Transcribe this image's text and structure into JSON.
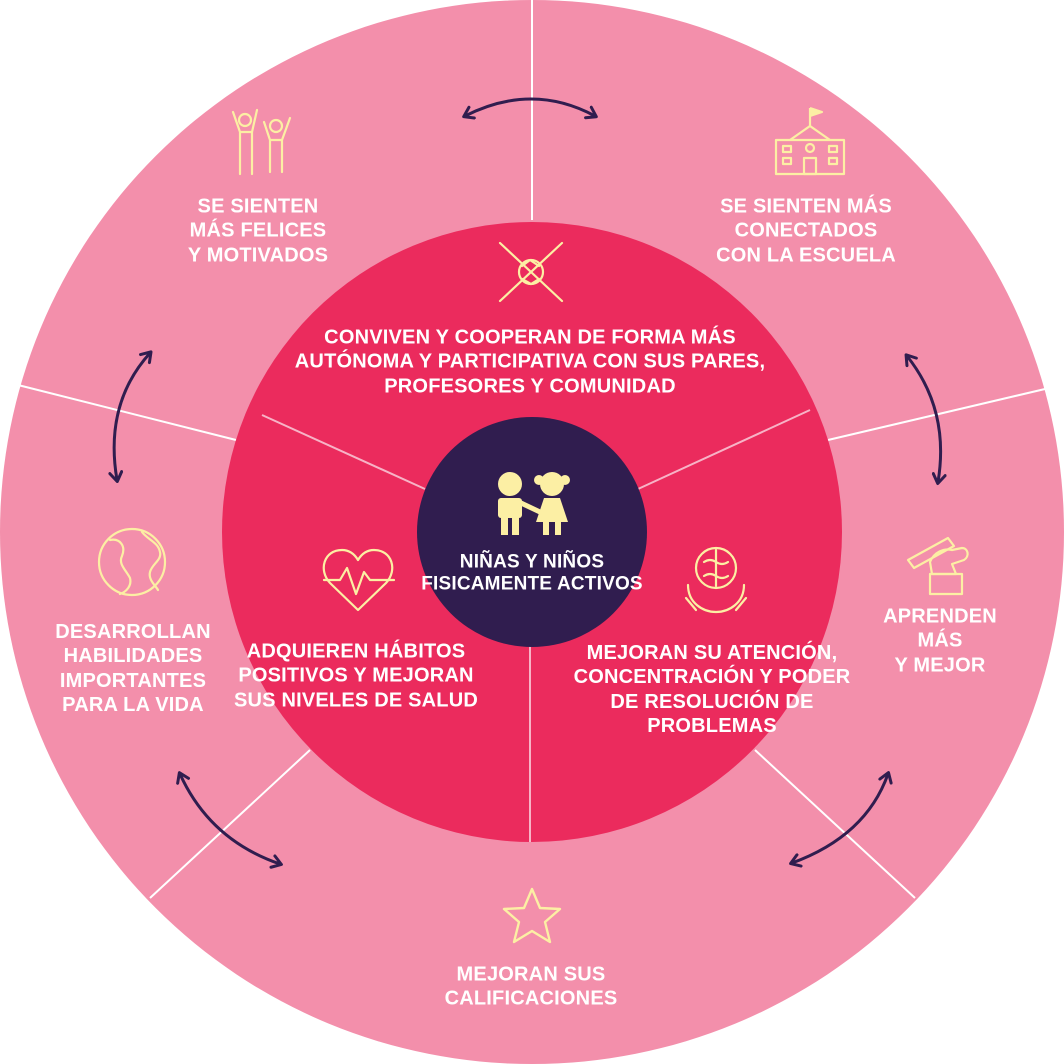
{
  "colors": {
    "outer_ring": "#f38fab",
    "inner_ring": "#eb2b5d",
    "center": "#301d4f",
    "divider": "#ffffff",
    "icon": "#fcefa4",
    "arrow": "#301d4f",
    "text": "#ffffff"
  },
  "center": {
    "label": "NIÑAS Y NIÑOS\nFISICAMENTE ACTIVOS",
    "icon": "children-holding-hands-icon"
  },
  "inner_segments": [
    {
      "id": "cooperate",
      "label": "CONVIVEN Y COOPERAN DE FORMA MÁS\nAUTÓNOMA Y PARTICIPATIVA CON SUS PARES,\nPROFESORES Y COMUNIDAD",
      "icon": "joined-hands-icon"
    },
    {
      "id": "health",
      "label": "ADQUIEREN HÁBITOS\nPOSITIVOS Y MEJORAN\nSUS NIVELES DE SALUD",
      "icon": "heart-pulse-icon"
    },
    {
      "id": "attention",
      "label": "MEJORAN SU ATENCIÓN,\nCONCENTRACIÓN Y PODER\nDE RESOLUCIÓN DE\nPROBLEMAS",
      "icon": "brain-hands-icon"
    }
  ],
  "outer_segments": [
    {
      "id": "happy",
      "label": "SE SIENTEN\nMÁS FELICES\nY MOTIVADOS",
      "icon": "cheering-people-icon"
    },
    {
      "id": "school",
      "label": "SE SIENTEN MÁS\nCONECTADOS\nCON LA ESCUELA",
      "icon": "school-building-icon"
    },
    {
      "id": "learn",
      "label": "APRENDEN MÁS\nY MEJOR",
      "icon": "hand-pencil-icon"
    },
    {
      "id": "grades",
      "label": "MEJORAN SUS\nCALIFICACIONES",
      "icon": "star-icon"
    },
    {
      "id": "skills",
      "label": "DESARROLLAN\nHABILIDADES\nIMPORTANTES\nPARA LA VIDA",
      "icon": "globe-icon"
    }
  ]
}
